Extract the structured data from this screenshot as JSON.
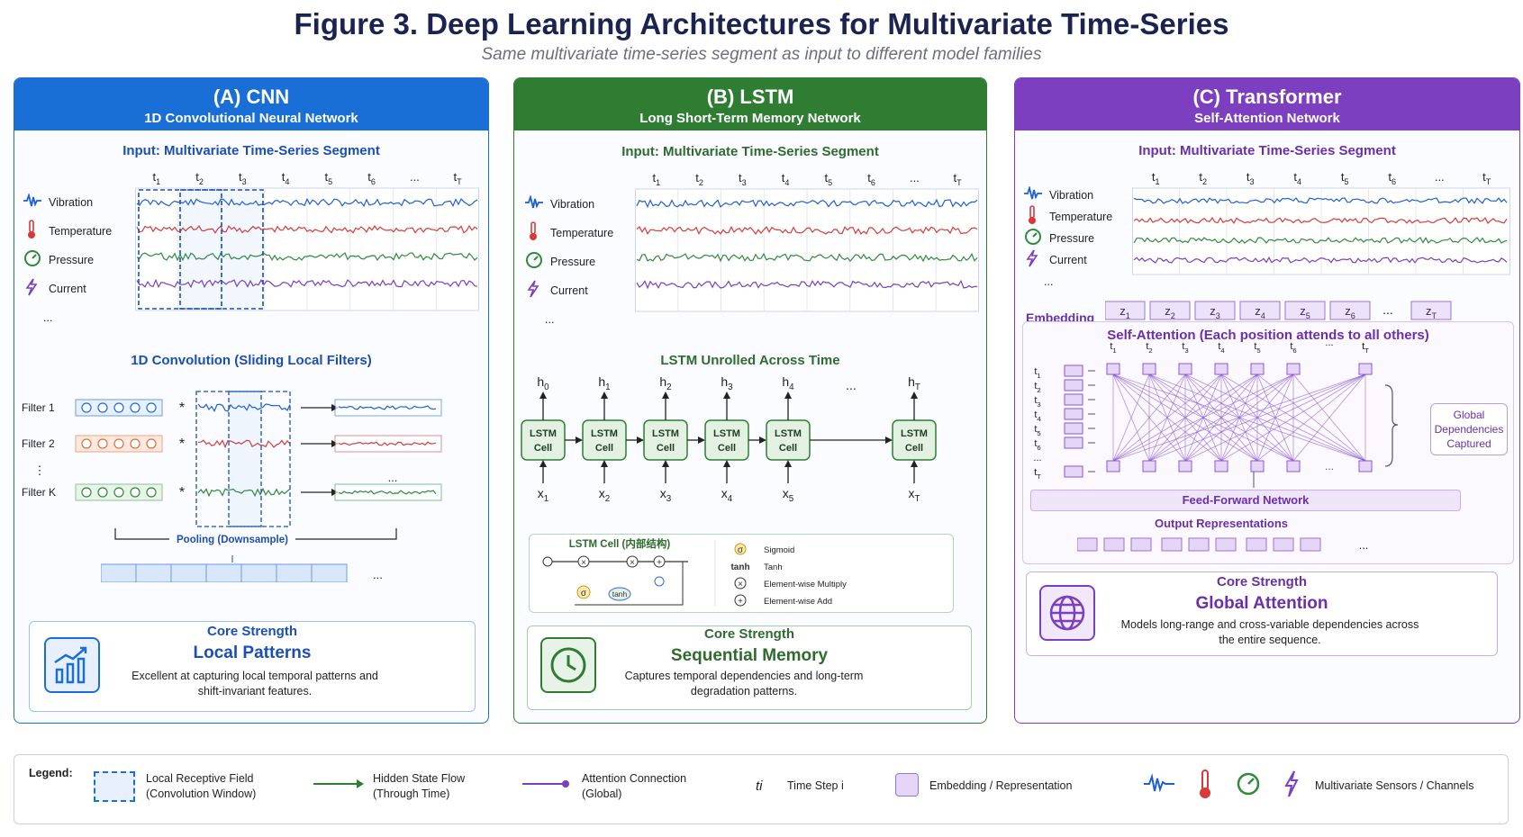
{
  "title": "Figure 3. Deep Learning Architectures for Multivariate Time-Series",
  "subtitle": "Same multivariate time-series segment as input to different model families",
  "colors": {
    "cnn": "#1a6fd6",
    "lstm": "#2e7d32",
    "transformer": "#7b3fbf",
    "vibration": "#1e5fd1",
    "temperature": "#d83a3a",
    "pressure": "#2e8b3a",
    "current": "#7b3fbf"
  },
  "sensors": [
    "Vibration",
    "Temperature",
    "Pressure",
    "Current",
    "..."
  ],
  "sensor_icons": [
    "waveform-icon",
    "thermometer-icon",
    "gauge-icon",
    "lightning-icon"
  ],
  "time_steps": [
    "t1",
    "t2",
    "t3",
    "t4",
    "t5",
    "t6",
    "...",
    "tT"
  ],
  "cnn": {
    "title": "(A) CNN",
    "subtitle": "1D Convolutional Neural Network",
    "input_title": "Input: Multivariate Time-Series Segment",
    "conv_title": "1D Convolution (Sliding Local Filters)",
    "filters": [
      "Filter 1",
      "Filter 2",
      "Filter K"
    ],
    "filter_dots": "⋮",
    "star": "*",
    "pooling": "Pooling (Downsample)",
    "ellipsis": "...",
    "core_heading": "Core Strength",
    "core_title": "Local Patterns",
    "core_text": "Excellent at capturing local temporal patterns and shift-invariant features."
  },
  "lstm": {
    "title": "(B) LSTM",
    "subtitle": "Long Short-Term Memory Network",
    "input_title": "Input: Multivariate Time-Series Segment",
    "unrolled_title": "LSTM Unrolled Across Time",
    "hidden": [
      "h0",
      "h1",
      "h2",
      "h3",
      "h4",
      "hT"
    ],
    "inputs": [
      "x1",
      "x2",
      "x3",
      "x4",
      "x5",
      "xT"
    ],
    "cell_label": "LSTM Cell",
    "cell_detail_title": "LSTM Cell (内部结构)",
    "ops": [
      {
        "symbol": "σ",
        "label": "Sigmoid"
      },
      {
        "symbol": "tanh",
        "label": "Tanh"
      },
      {
        "symbol": "⊗",
        "label": "Element-wise Multiply"
      },
      {
        "symbol": "⊕",
        "label": "Element-wise Add"
      }
    ],
    "core_heading": "Core Strength",
    "core_title": "Sequential Memory",
    "core_text": "Captures temporal dependencies and long-term degradation patterns."
  },
  "transformer": {
    "title": "(C) Transformer",
    "subtitle": "Self-Attention Network",
    "input_title": "Input: Multivariate Time-Series Segment",
    "embedding_label": "Embedding",
    "embeddings": [
      "z1",
      "z2",
      "z3",
      "z4",
      "z5",
      "z6",
      "...",
      "zT"
    ],
    "attention_title": "Self-Attention (Each position attends to all others)",
    "global_note": "Global Dependencies Captured",
    "ffn": "Feed-Forward Network",
    "output_title": "Output Representations",
    "core_heading": "Core Strength",
    "core_title": "Global Attention",
    "core_text": "Models long-range and cross-variable dependencies across the entire sequence."
  },
  "legend": {
    "title": "Legend:",
    "receptive": "Local Receptive Field (Convolution Window)",
    "hidden_flow": "Hidden State Flow (Through Time)",
    "attention": "Attention Connection (Global)",
    "ti_symbol": "ti",
    "time_step": "Time Step i",
    "embedding": "Embedding / Representation",
    "sensors": "Multivariate Sensors / Channels"
  }
}
